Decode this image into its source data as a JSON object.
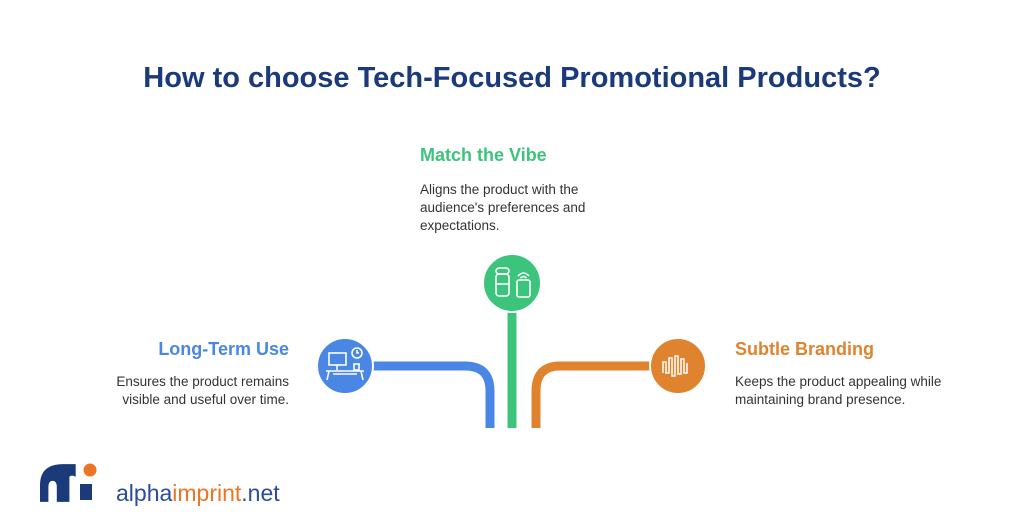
{
  "title": "How to choose Tech-Focused Promotional Products?",
  "items": [
    {
      "heading": "Match the Vibe",
      "description_lines": [
        "Aligns the product with the",
        "audience's preferences and",
        "expectations."
      ],
      "color": "#3cc47c",
      "icon": "smart-speaker-phone-icon"
    },
    {
      "heading": "Long-Term Use",
      "description_lines": [
        "Ensures the product remains",
        "visible and useful over time."
      ],
      "color": "#4a86e4",
      "icon": "desk-computer-clock-icon"
    },
    {
      "heading": "Subtle Branding",
      "description_lines": [
        "Keeps the product appealing while",
        "maintaining brand presence."
      ],
      "color": "#e0832f",
      "icon": "sound-wave-icon"
    }
  ],
  "brand": {
    "part1": "alpha",
    "part2": "imprint",
    "part3": ".net"
  }
}
